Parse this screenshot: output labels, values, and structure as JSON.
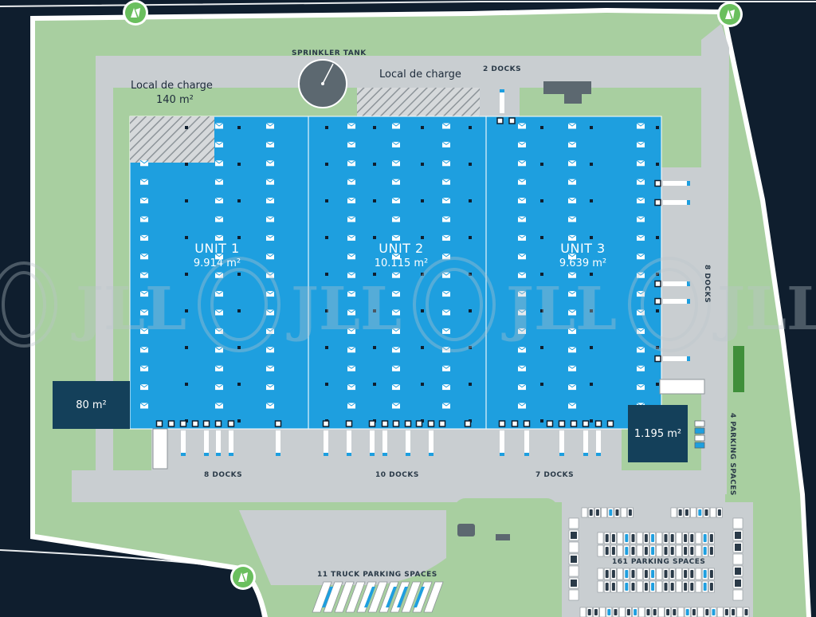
{
  "units": [
    {
      "name": "UNIT 1",
      "area": "9.914 m²"
    },
    {
      "name": "UNIT 2",
      "area": "10.115 m²"
    },
    {
      "name": "UNIT 3",
      "area": "9.639 m²"
    }
  ],
  "labels": {
    "sprinkler_tank": "SPRINKLER TANK",
    "local_charge_left_line1": "Local de charge",
    "local_charge_left_line2": "140 m²",
    "local_charge_top": "Local de charge",
    "docks_top": "2 DOCKS",
    "docks_right": "8 DOCKS",
    "docks_bottom_1": "8 DOCKS",
    "docks_bottom_2": "10 DOCKS",
    "docks_bottom_3": "7 DOCKS",
    "office_left": "80 m²",
    "office_right": "1.195 m²",
    "parking_right": "4 PARKING SPACES",
    "truck_parking": "11 TRUCK PARKING SPACES",
    "car_parking": "161 PARKING SPACES",
    "watermark": "JLL"
  },
  "colors": {
    "warehouse": "#1e9fdf",
    "grass": "#a8cfa0",
    "pavement": "#c9ced1",
    "road": "#0f1e2e",
    "office": "#14405a",
    "access_marker": "#6abf5e"
  }
}
